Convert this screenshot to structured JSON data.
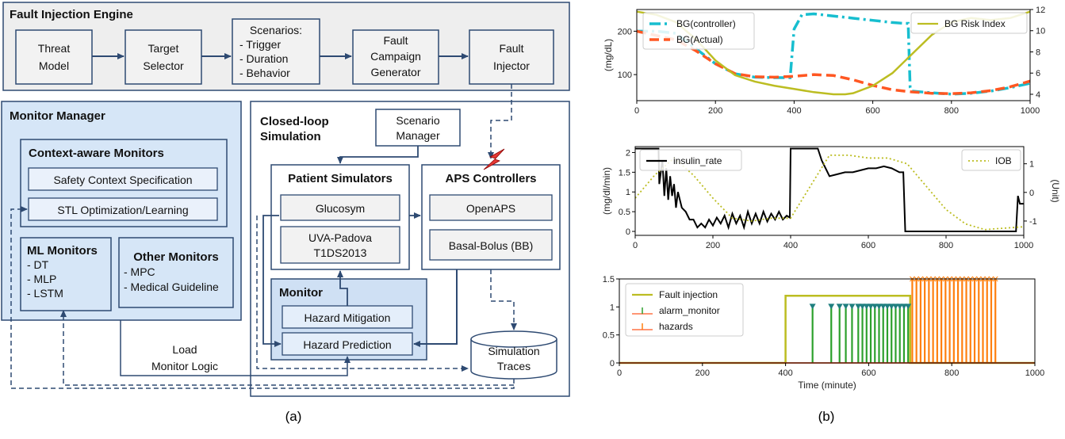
{
  "diagram": {
    "fault_engine": {
      "title": "Fault Injection Engine",
      "threat_model": [
        "Threat",
        "Model"
      ],
      "target_selector": [
        "Target",
        "Selector"
      ],
      "scenarios": [
        "Scenarios:",
        "- Trigger",
        "- Duration",
        "- Behavior"
      ],
      "campaign": [
        "Fault",
        "Campaign",
        "Generator"
      ],
      "injector": [
        "Fault",
        "Injector"
      ]
    },
    "monitor_manager": {
      "title": "Monitor Manager",
      "context_title": "Context-aware Monitors",
      "safety_spec": "Safety Context Specification",
      "stl": "STL Optimization/Learning",
      "ml_title": "ML Monitors",
      "ml_items": [
        "- DT",
        "- MLP",
        "- LSTM"
      ],
      "other_title": "Other Monitors",
      "other_items": [
        "- MPC",
        "- Medical Guideline"
      ]
    },
    "closed_loop": {
      "title": [
        "Closed-loop",
        "Simulation"
      ],
      "scenario_manager": [
        "Scenario",
        "Manager"
      ],
      "patient_title": "Patient Simulators",
      "glucosym": "Glucosym",
      "uva": [
        "UVA-Padova",
        "T1DS2013"
      ],
      "aps_title": "APS Controllers",
      "openaps": "OpenAPS",
      "basal": "Basal-Bolus (BB)",
      "monitor_title": "Monitor",
      "mitigation": "Hazard Mitigation",
      "prediction": "Hazard Prediction",
      "traces": [
        "Simulation",
        "Traces"
      ]
    },
    "load_label": [
      "Load",
      "Monitor Logic"
    ],
    "caption_a": "(a)",
    "caption_b": "(b)"
  },
  "colors": {
    "panel_gray": "#eeeeee",
    "panel_blue": "#d6e6f7",
    "inner_blue": "#cfe0f4",
    "box_fill": "#f2f2f2",
    "border": "#2e4a72",
    "arrow": "#2e4a72",
    "lightning": "#e53935",
    "cyan": "#17becf",
    "orange": "#ff5722",
    "olive": "#bcbd22",
    "green": "#2ca02c",
    "teal": "#1f7f7f"
  },
  "chart_data": [
    {
      "type": "line",
      "ylabel": "(mg/dL)",
      "y2label": "",
      "xlim": [
        0,
        1000
      ],
      "ylim": [
        40,
        250
      ],
      "y2lim": [
        3.4,
        12
      ],
      "xticks": [
        0,
        200,
        400,
        600,
        800,
        1000
      ],
      "yticks": [
        100,
        200
      ],
      "y2ticks": [
        4,
        6,
        8,
        10,
        12
      ],
      "legend_left": [
        "BG(controller)",
        "BG(Actual)"
      ],
      "legend_right": [
        "BG Risk Index"
      ],
      "series": [
        {
          "name": "BG(controller)",
          "axis": "left",
          "style": "dashdot",
          "color": "#17becf",
          "x": [
            0,
            50,
            100,
            150,
            200,
            250,
            300,
            350,
            390,
            400,
            420,
            450,
            500,
            550,
            600,
            650,
            680,
            690,
            695,
            700,
            750,
            800,
            850,
            900,
            950,
            1000
          ],
          "y": [
            200,
            200,
            195,
            160,
            125,
            102,
            94,
            93,
            93,
            205,
            238,
            240,
            235,
            230,
            225,
            220,
            218,
            218,
            70,
            62,
            58,
            55,
            57,
            62,
            70,
            80
          ]
        },
        {
          "name": "BG(Actual)",
          "axis": "left",
          "style": "dashed",
          "color": "#ff5722",
          "x": [
            0,
            50,
            100,
            150,
            200,
            250,
            300,
            350,
            400,
            450,
            500,
            550,
            600,
            650,
            700,
            750,
            800,
            850,
            900,
            950,
            1000
          ],
          "y": [
            200,
            190,
            180,
            155,
            125,
            102,
            95,
            94,
            96,
            100,
            98,
            88,
            75,
            65,
            60,
            57,
            56,
            58,
            63,
            72,
            85
          ]
        },
        {
          "name": "BG Risk Index",
          "axis": "right",
          "style": "solid",
          "color": "#bcbd22",
          "x": [
            0,
            50,
            100,
            150,
            200,
            250,
            300,
            350,
            400,
            450,
            500,
            530,
            550,
            600,
            650,
            700,
            750,
            800,
            850,
            900,
            950,
            1000
          ],
          "y": [
            11.8,
            11.5,
            10.8,
            9.2,
            7.2,
            5.8,
            5.2,
            4.8,
            4.5,
            4.2,
            4.0,
            4.0,
            4.1,
            4.8,
            6.0,
            7.8,
            9.6,
            10.8,
            11.2,
            11.0,
            11.2,
            11.8
          ]
        }
      ]
    },
    {
      "type": "line",
      "ylabel": "(mg/dl/min)",
      "y2label": "(Unit)",
      "xlim": [
        0,
        1000
      ],
      "ylim": [
        -0.1,
        2.15
      ],
      "y2lim": [
        -1.5,
        1.6
      ],
      "xticks": [
        0,
        200,
        400,
        600,
        800,
        1000
      ],
      "yticks": [
        0.0,
        0.5,
        1.0,
        1.5,
        2.0
      ],
      "y2ticks": [
        -1,
        0,
        1
      ],
      "legend_left": [
        "insulin_rate"
      ],
      "legend_right": [
        "IOB"
      ],
      "series": [
        {
          "name": "insulin_rate",
          "axis": "left",
          "style": "solid",
          "color": "#000000",
          "x": [
            0,
            60,
            62,
            70,
            75,
            80,
            85,
            90,
            95,
            100,
            105,
            110,
            120,
            130,
            140,
            150,
            160,
            170,
            180,
            190,
            200,
            210,
            220,
            230,
            240,
            250,
            260,
            270,
            280,
            290,
            300,
            310,
            320,
            330,
            340,
            350,
            360,
            370,
            380,
            390,
            398,
            400,
            470,
            480,
            490,
            500,
            520,
            540,
            560,
            580,
            600,
            620,
            640,
            660,
            680,
            690,
            695,
            700,
            750,
            800,
            850,
            900,
            950,
            980,
            985,
            990,
            1000
          ],
          "y": [
            2.1,
            2.1,
            1.2,
            1.8,
            0.9,
            1.6,
            0.8,
            1.4,
            0.9,
            1.2,
            0.6,
            1.0,
            0.6,
            0.5,
            0.3,
            0.3,
            0.1,
            0.2,
            0.1,
            0.3,
            0.15,
            0.35,
            0.2,
            0.4,
            0.1,
            0.45,
            0.2,
            0.4,
            0.1,
            0.5,
            0.2,
            0.45,
            0.2,
            0.5,
            0.25,
            0.45,
            0.3,
            0.5,
            0.3,
            0.4,
            0.35,
            2.1,
            2.1,
            1.8,
            1.6,
            1.4,
            1.45,
            1.5,
            1.5,
            1.55,
            1.6,
            1.6,
            1.65,
            1.6,
            1.5,
            1.5,
            0.0,
            0.0,
            0.0,
            0.0,
            0.0,
            0.0,
            0.0,
            0.0,
            0.9,
            0.7,
            0.7
          ]
        },
        {
          "name": "IOB",
          "axis": "right",
          "style": "dotted",
          "color": "#bcbd22",
          "x": [
            0,
            50,
            100,
            150,
            200,
            250,
            300,
            350,
            400,
            450,
            500,
            550,
            600,
            650,
            700,
            750,
            800,
            850,
            900,
            950,
            1000
          ],
          "y": [
            -0.2,
            0.6,
            1.2,
            0.6,
            -0.2,
            -0.9,
            -1.0,
            -0.9,
            -0.9,
            0.2,
            1.3,
            1.3,
            1.2,
            1.2,
            1.0,
            0.2,
            -0.6,
            -1.1,
            -1.3,
            -1.25,
            -1.2
          ]
        }
      ]
    },
    {
      "type": "line",
      "xlabel": "Time (minute)",
      "xlim": [
        0,
        1000
      ],
      "ylim": [
        0,
        1.5
      ],
      "xticks": [
        0,
        200,
        400,
        600,
        800,
        1000
      ],
      "yticks": [
        0.0,
        0.5,
        1.0,
        1.5
      ],
      "legend": [
        "Fault injection",
        "alarm_monitor",
        "hazards"
      ],
      "series": [
        {
          "name": "Fault injection",
          "style": "step",
          "color": "#bcbd22",
          "x": [
            0,
            400,
            400,
            700,
            700,
            1000
          ],
          "y": [
            0,
            0,
            1.2,
            1.2,
            0,
            0
          ]
        },
        {
          "name": "alarm_monitor",
          "style": "stem",
          "color": "#2ca02c",
          "x": [
            465,
            510,
            530,
            545,
            560,
            575,
            585,
            595,
            605,
            615,
            625,
            635,
            645,
            655,
            665,
            675,
            685,
            695
          ],
          "y": [
            1.0,
            1.0,
            1.0,
            1.0,
            1.0,
            1.0,
            1.0,
            1.0,
            1.0,
            1.0,
            1.0,
            1.0,
            1.0,
            1.0,
            1.0,
            1.0,
            1.0,
            1.0
          ]
        },
        {
          "name": "hazards",
          "style": "stem",
          "color": "#ff7f0e",
          "x": [
            705,
            715,
            725,
            735,
            745,
            755,
            765,
            775,
            785,
            795,
            805,
            815,
            825,
            835,
            845,
            855,
            865,
            875,
            885,
            895,
            905
          ],
          "y": [
            1.5,
            1.5,
            1.5,
            1.5,
            1.5,
            1.5,
            1.5,
            1.5,
            1.5,
            1.5,
            1.5,
            1.5,
            1.5,
            1.5,
            1.5,
            1.5,
            1.5,
            1.5,
            1.5,
            1.5,
            1.5
          ]
        }
      ]
    }
  ]
}
